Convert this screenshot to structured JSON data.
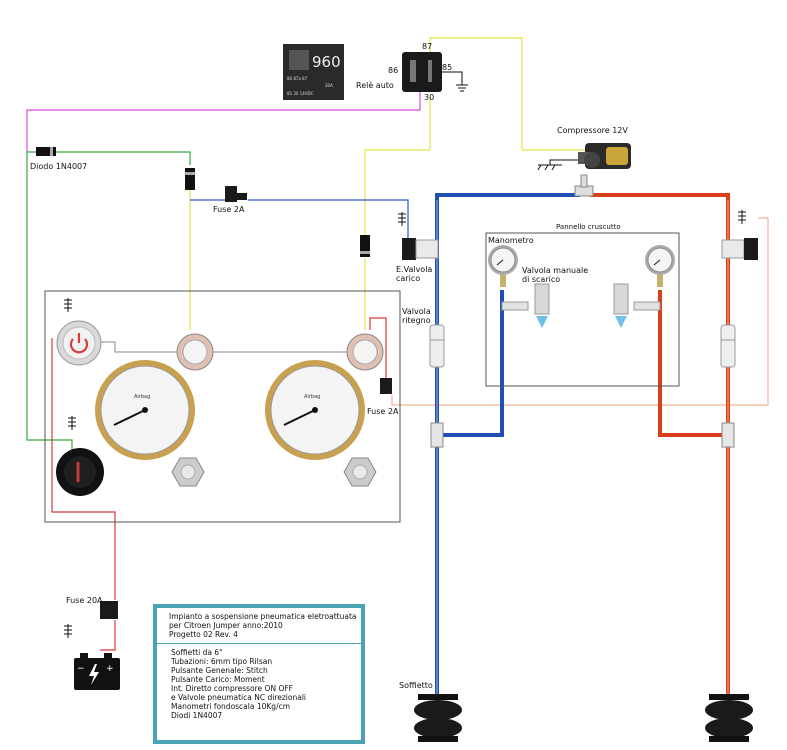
{
  "labels": {
    "relay_960": "960",
    "relay_chip_line1": "86    87a   87",
    "relay_chip_line2": "85     30    14VDC",
    "relay_chip_line3": "30A",
    "relay_pin_87": "87",
    "relay_pin_86": "86",
    "relay_pin_85": "85",
    "relay_pin_30": "30",
    "rele_auto": "Relè auto",
    "compressore": "Compressore 12V",
    "diodo": "Diodo 1N4007",
    "fuse_2a_top": "Fuse 2A",
    "fuse_2a_right": "Fuse 2A",
    "fuse_20a": "Fuse 20A",
    "e_valvola_line1": "E.Valvola",
    "e_valvola_line2": "carico",
    "valvola_ritegno_line1": "Valvola",
    "valvola_ritegno_line2": "ritegno",
    "pannello": "Pannello cruscutto",
    "manometro": "Manometro",
    "valvola_scarico_line1": "Valvola manuale",
    "valvola_scarico_line2": "di scarico",
    "soffietto": "Soffietto",
    "gauge_brand": "Airbag"
  },
  "notes": {
    "header": [
      "Impianto a sospensione pneumatica eletroattuata",
      "per Citroen Jumper anno:2010",
      "Progetto 02 Rev. 4"
    ],
    "body": [
      "Soffietti da 6\"",
      "Tubazioni: 6mm tipo Rilsan",
      "Pulsante Genenale: Stitch",
      "Pulsante Carico: Moment",
      "Int. Diretto compressore ON OFF",
      "e Valvole pneumatica NC direzionali",
      "Manometri fondoscala 10Kg/cm",
      "Diodi 1N4007"
    ]
  },
  "colors": {
    "wire_yellow": "#e8e04a",
    "wire_magenta": "#e04ad8",
    "wire_green": "#3aa83a",
    "wire_blue": "#2a55d8",
    "wire_red": "#d83a3a",
    "hose_blue": "#1f4fb4",
    "hose_red": "#d8401a",
    "notes_border": "#4aa3b0"
  }
}
